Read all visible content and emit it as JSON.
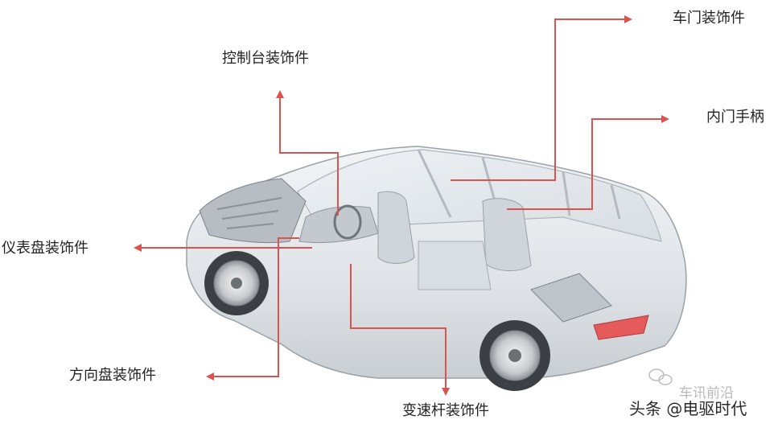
{
  "callouts": {
    "door_trim": "车门装饰件",
    "console_trim": "控制台装饰件",
    "inner_handle": "内门手柄",
    "dashboard_trim": "仪表盘装饰件",
    "steering_trim": "方向盘装饰件",
    "gearshift_trim": "变速杆装饰件"
  },
  "watermark": {
    "faint": "车讯前沿",
    "main": "头条 @电驱时代"
  },
  "colors": {
    "leader": "#d9534f",
    "label": "#222222"
  },
  "icons": {
    "car": "car-cutaway-illustration",
    "watermark": "wechat-icon"
  }
}
